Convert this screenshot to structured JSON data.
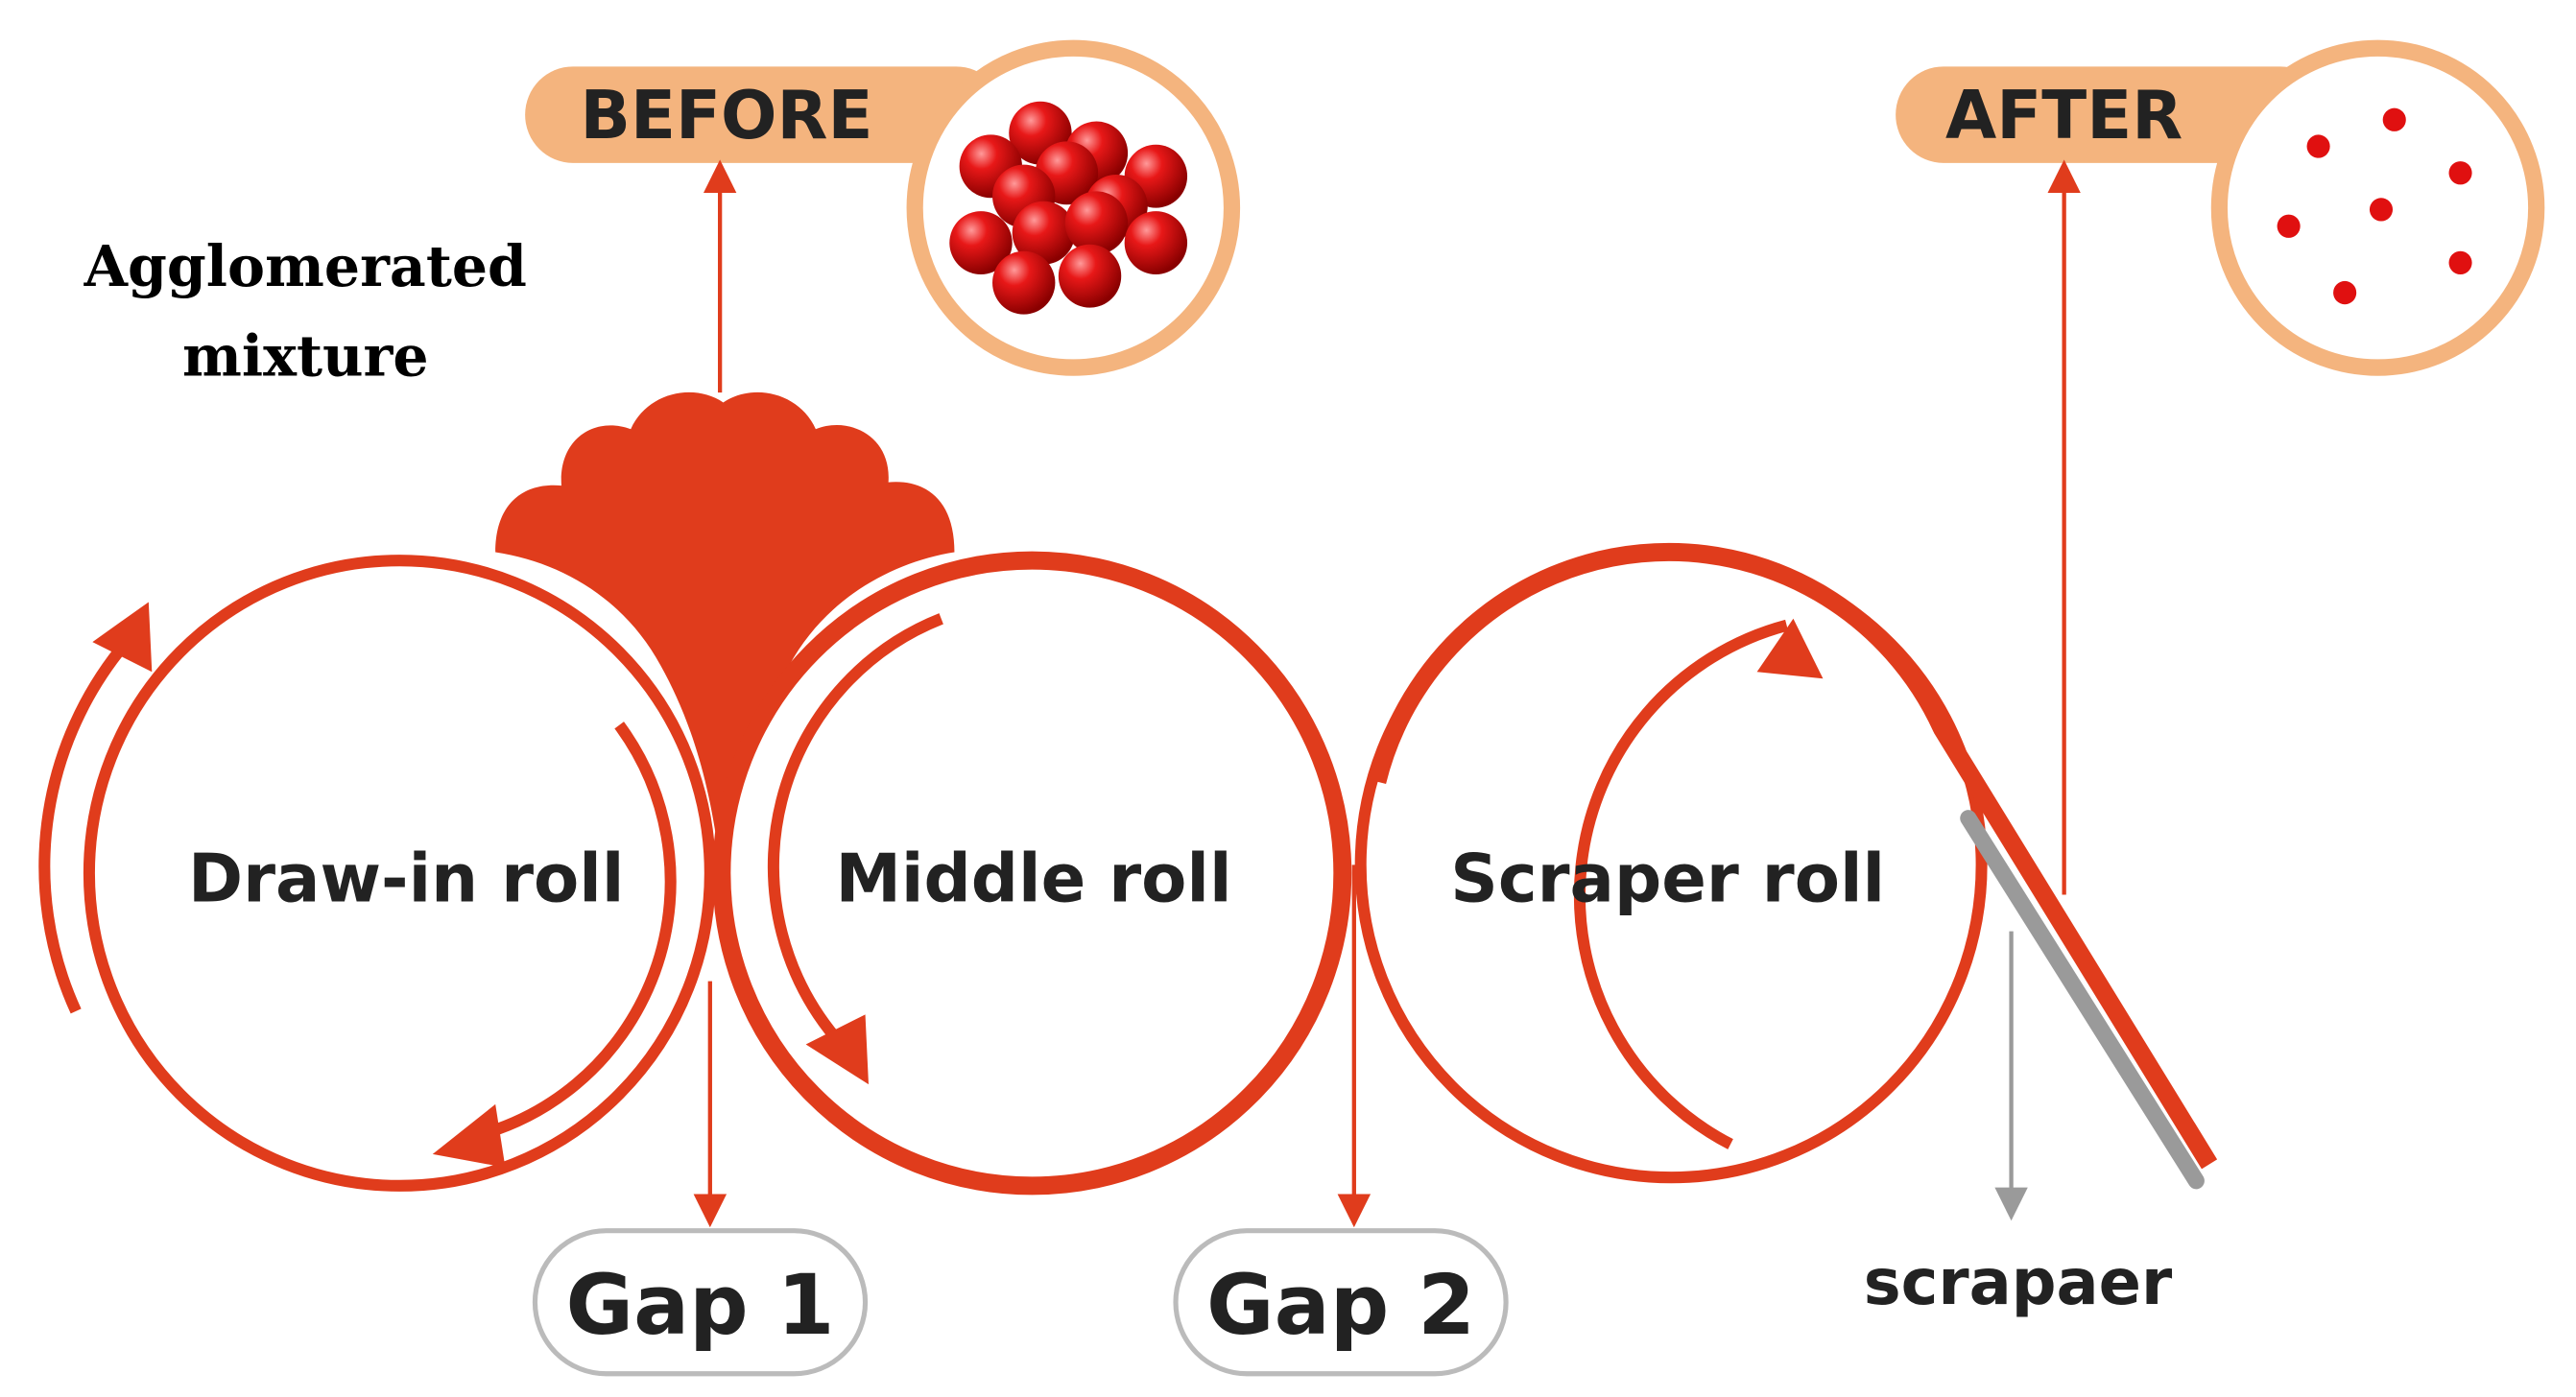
{
  "labels": {
    "before": "BEFORE",
    "after": "AFTER",
    "agglomerated_line1": "Agglomerated",
    "agglomerated_line2": "mixture",
    "draw_in_roll": "Draw-in roll",
    "middle_roll": "Middle roll",
    "scraper_roll": "Scraper roll",
    "gap1": "Gap 1",
    "gap2": "Gap 2",
    "scraper": "scrapaer"
  },
  "colors": {
    "accent_red": "#e03c1c",
    "callout_peach": "#f4b47e",
    "particle_red": "#e01010",
    "scraper_gray": "#9a9a9a",
    "text_dark": "#222222",
    "gap_border": "#bbbbbb"
  }
}
